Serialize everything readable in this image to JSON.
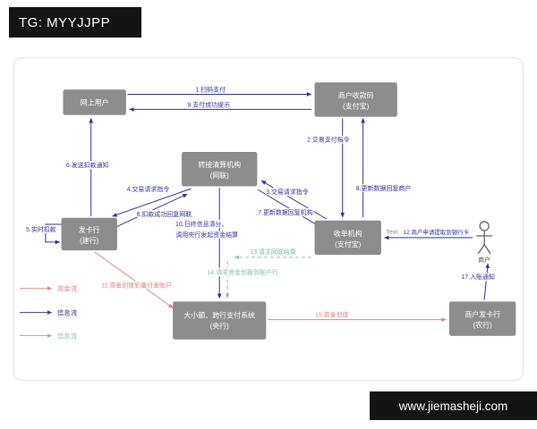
{
  "header": {
    "badge": "TG: MYYJJPP"
  },
  "footer": {
    "url": "www.jiemasheji.com"
  },
  "nodes": {
    "online_user": {
      "line1": "网上用户"
    },
    "merchant_qr": {
      "line1": "商户收款码",
      "line2": "(支付宝)"
    },
    "clearing": {
      "line1": "转接清算机构",
      "line2": "(网联)"
    },
    "issuer": {
      "line1": "发卡行",
      "line2": "(建行)"
    },
    "acquirer": {
      "line1": "收单机构",
      "line2": "(支付宝)"
    },
    "central_bank": {
      "line1": "大小额、跨行支付系统",
      "line2": "(央行)"
    },
    "merchant_bank": {
      "line1": "商户发卡行",
      "line2": "(农行)"
    },
    "merchant_person": {
      "label": "商户"
    }
  },
  "edges": {
    "e1": "1.扫码支付",
    "e9": "9.支付成功提示",
    "e2": "2.交易支付指令",
    "e8": "8.更新数据回复商户",
    "e3": "3.交易请求指令",
    "e7": "7.更新数据回复机构",
    "e4": "4.交易请求指令",
    "e6a": "6.扣款成功回复网联",
    "e6b": "6.发送扣款通知",
    "e5": "5.实时扣款",
    "e10a": "10.日终信息清分、",
    "e10b": "调用央行发起资金结算",
    "e13": "13.请求网联结算",
    "e14": "14.请求资金划拨到账户行",
    "e11": "11.资金划拨到备付金账户",
    "e15": "15.资金划拨",
    "e12_prefix": "Text",
    "e12": "12.商户申请提取到银行卡",
    "e17": "17.入账通知"
  },
  "legend": {
    "items": [
      {
        "label": "资金流",
        "color": "#e08585"
      },
      {
        "label": "信息流",
        "color": "#3a3a8c"
      },
      {
        "label": "信息流",
        "color": "#8fc3ae"
      }
    ]
  },
  "colors": {
    "info_flow": "#2f2f9d",
    "fund_flow": "#e08585",
    "settlement_flow": "#8fc3ae",
    "node_fill": "#8d8d8d",
    "badge_bg": "#141414"
  }
}
